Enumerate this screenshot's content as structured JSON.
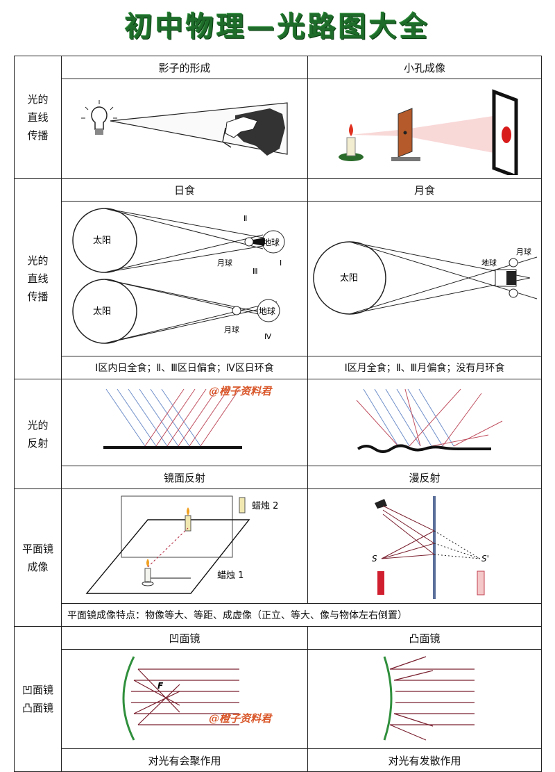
{
  "title": "初中物理—光路图大全",
  "watermark": "@橙子资料君",
  "rows": {
    "r1": {
      "side": [
        "光的",
        "直线",
        "传播"
      ],
      "left_header": "影子的形成",
      "right_header": "小孔成像"
    },
    "r2": {
      "side": [
        "光的",
        "直线",
        "传播"
      ],
      "left_header": "日食",
      "right_header": "月食",
      "solar": {
        "sun": "太阳",
        "earth": "地球",
        "moon": "月球",
        "z1": "Ⅰ",
        "z2": "Ⅱ",
        "z3": "Ⅲ",
        "z4": "Ⅳ"
      },
      "lunar": {
        "sun": "太阳",
        "earth": "地球",
        "moon": "月球"
      },
      "left_caption": "Ⅰ区内日全食；Ⅱ、Ⅲ区日偏食；Ⅳ区日环食",
      "right_caption": "Ⅰ区月全食；Ⅱ、Ⅲ月偏食；没有月环食"
    },
    "r3": {
      "side": [
        "光的",
        "反射"
      ],
      "left_caption": "镜面反射",
      "right_caption": "漫反射"
    },
    "r4": {
      "side": [
        "平面镜",
        "成像"
      ],
      "candle2": "蜡烛 2",
      "candle1": "蜡烛 1",
      "s": "S",
      "s_prime": "S'",
      "caption": "平面镜成像特点：物像等大、等距、成虚像（正立、等大、像与物体左右倒置）"
    },
    "r5": {
      "side": [
        "凹面镜",
        "凸面镜"
      ],
      "left_header": "凹面镜",
      "right_header": "凸面镜",
      "focus": "F",
      "left_caption": "对光有会聚作用",
      "right_caption": "对光有发散作用"
    }
  },
  "colors": {
    "title": "#1e6b2a",
    "ray_red": "#b0213a",
    "ray_blue": "#4a6fb5",
    "watermark": "#d9572a"
  }
}
